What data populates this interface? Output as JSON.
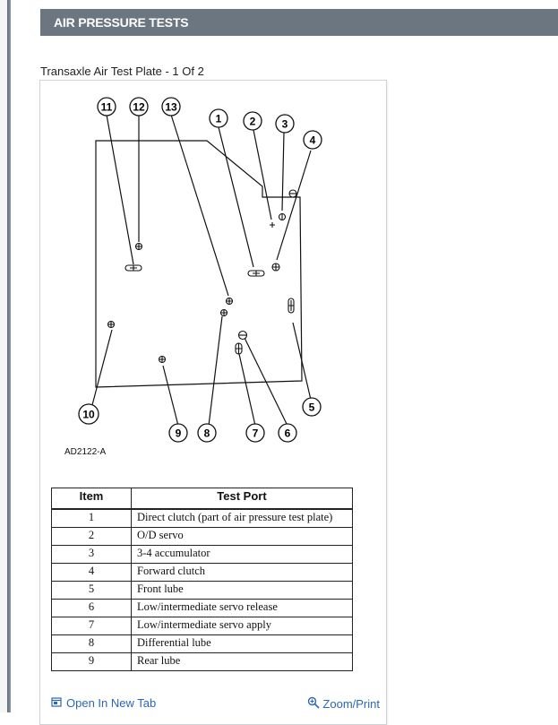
{
  "header": {
    "title": "AIR PRESSURE TESTS"
  },
  "figure": {
    "caption": "Transaxle Air Test Plate - 1 Of 2",
    "code": "AD2122-A",
    "callouts": [
      "11",
      "12",
      "13",
      "1",
      "2",
      "3",
      "4",
      "10",
      "9",
      "8",
      "7",
      "6",
      "5"
    ]
  },
  "table": {
    "headers": [
      "Item",
      "Test Port"
    ],
    "rows": [
      {
        "item": "1",
        "port": "Direct clutch (part of air pressure test plate)"
      },
      {
        "item": "2",
        "port": "O/D servo"
      },
      {
        "item": "3",
        "port": "3-4 accumulator"
      },
      {
        "item": "4",
        "port": "Forward clutch"
      },
      {
        "item": "5",
        "port": "Front lube"
      },
      {
        "item": "6",
        "port": "Low/intermediate servo release"
      },
      {
        "item": "7",
        "port": "Low/intermediate servo apply"
      },
      {
        "item": "8",
        "port": "Differential lube"
      },
      {
        "item": "9",
        "port": "Rear lube"
      }
    ]
  },
  "footer": {
    "open_tab_label": "Open In New Tab",
    "zoom_label": "Zoom/Print",
    "link_color": "#2a67b8"
  },
  "colors": {
    "header_bg": "#6c7680",
    "header_text": "#ffffff"
  },
  "icons": {
    "open_tab": "open-in-new-tab-icon",
    "zoom": "zoom-icon"
  }
}
